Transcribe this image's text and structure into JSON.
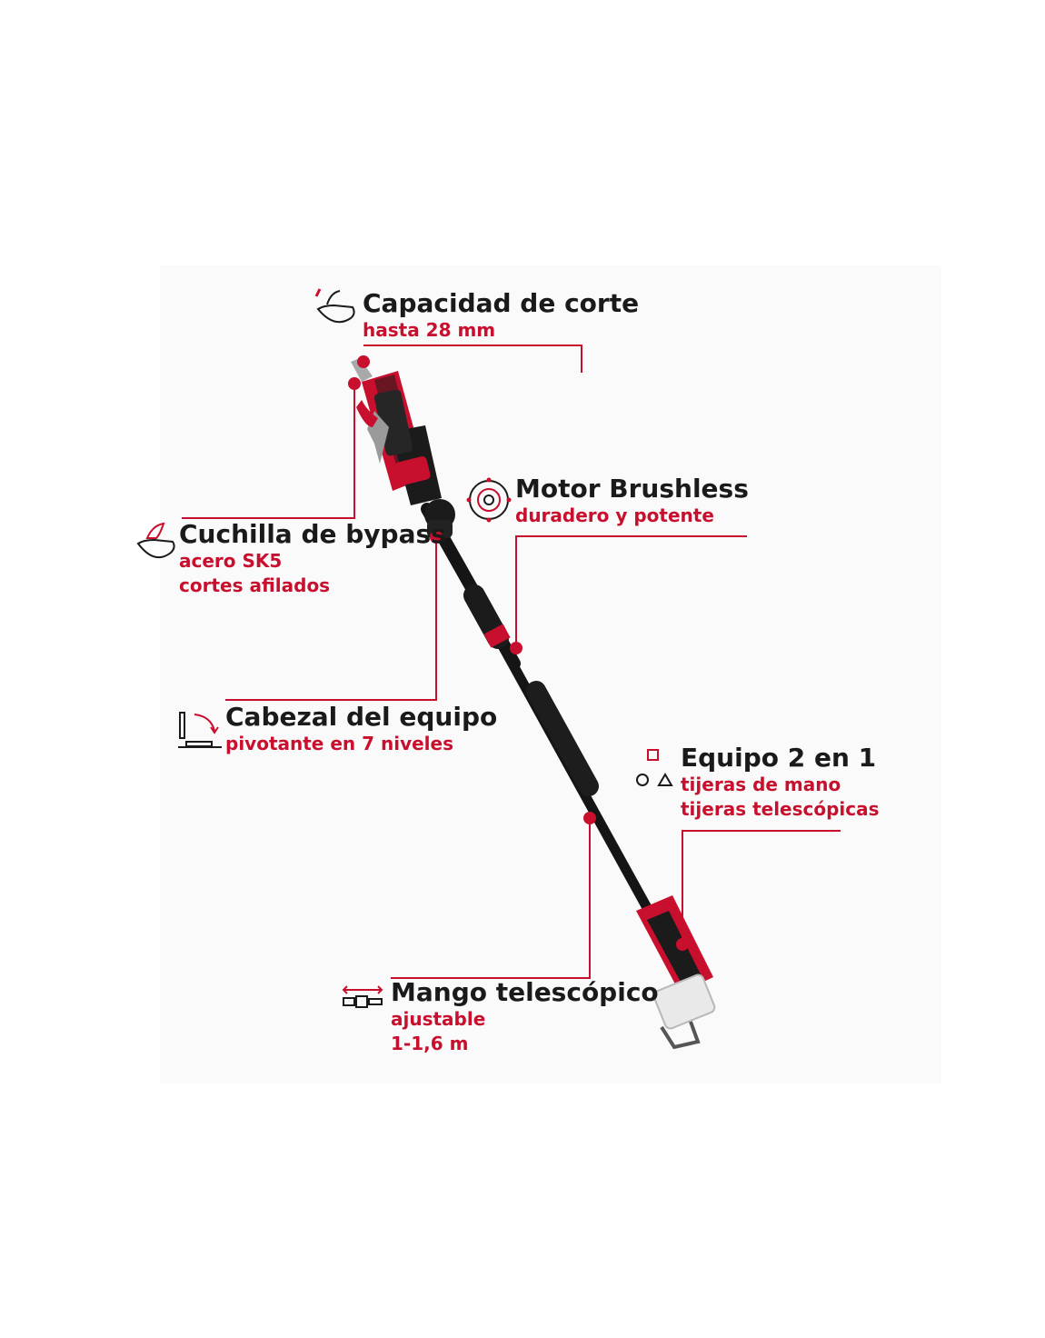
{
  "colors": {
    "accent": "#c8102e",
    "text": "#1a1a1a",
    "tool_black": "#151515"
  },
  "features": {
    "cutting_capacity": {
      "icon": "cut-capacity-icon",
      "title": "Capacidad de corte",
      "lines": [
        "hasta 28 mm"
      ]
    },
    "motor": {
      "icon": "brushless-motor-icon",
      "title": "Motor Brushless",
      "lines": [
        "duradero y potente"
      ]
    },
    "bypass_blade": {
      "icon": "bypass-blade-icon",
      "title": "Cuchilla de bypass",
      "lines": [
        "acero SK5",
        "cortes afilados"
      ]
    },
    "tool_head": {
      "icon": "pivot-head-icon",
      "title": "Cabezal del equipo",
      "lines": [
        "pivotante en 7 niveles"
      ]
    },
    "two_in_one": {
      "icon": "shapes-icon",
      "title": "Equipo 2 en 1",
      "lines": [
        "tijeras de mano",
        "tijeras telescópicas"
      ]
    },
    "telescopic_handle": {
      "icon": "telescopic-handle-icon",
      "title": "Mango telescópico",
      "lines": [
        "ajustable",
        "1-1,6 m"
      ]
    }
  }
}
